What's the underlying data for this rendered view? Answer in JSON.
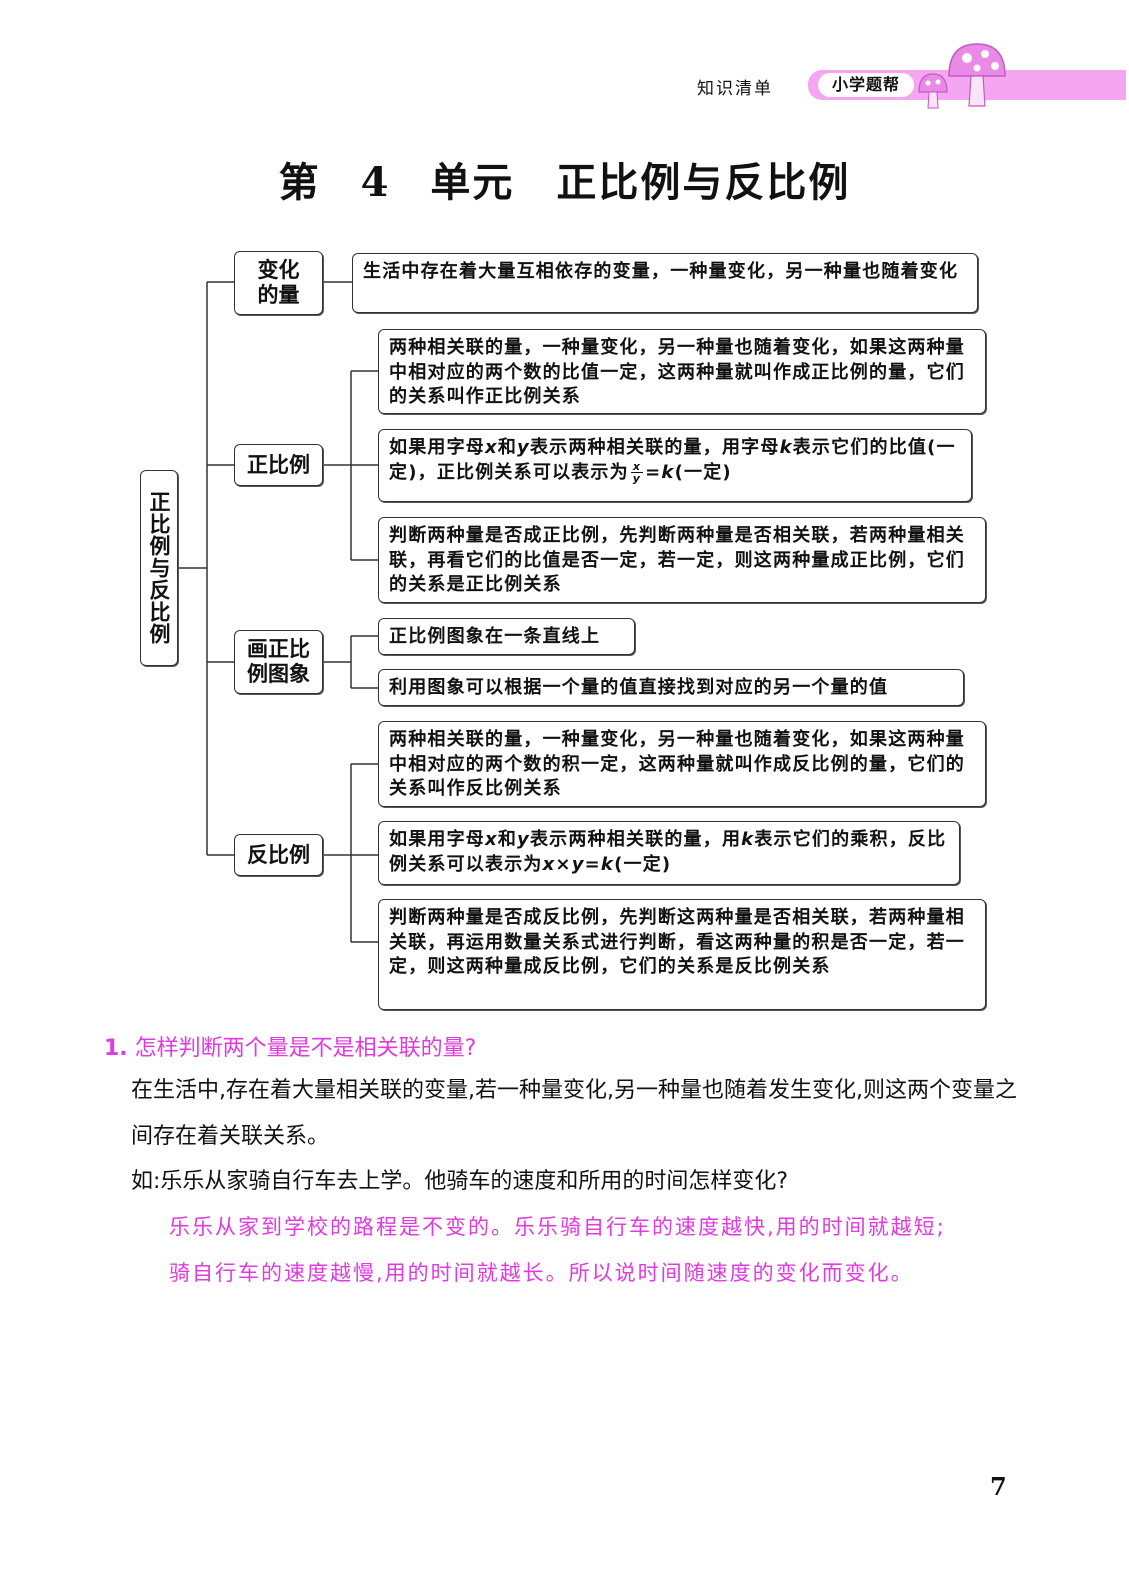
{
  "header": {
    "section_label": "知识清单",
    "brand_label": "小学题帮",
    "colors": {
      "band": "#f4a6f1",
      "mushroom": "#e98be6"
    }
  },
  "title": "第 4 单元　正比例与反比例",
  "mindmap": {
    "root": "正比例与反比例",
    "categories": [
      {
        "label_line1": "变化",
        "label_line2": "的量",
        "items": [
          "生活中存在着大量互相依存的变量，一种量变化，另一种量也随着变化"
        ]
      },
      {
        "label": "正比例",
        "items": [
          "两种相关联的量，一种量变化，另一种量也随着变化，如果这两种量中相对应的两个数的比值一定，这两种量就叫作成正比例的量，它们的关系叫作正比例关系",
          {
            "prefix": "如果用字母",
            "x": "x",
            "and": "和",
            "y": "y",
            "mid": "表示两种相关联的量，用字母",
            "k": "k",
            "end": "表示它们的比值(一定)，正比例关系可以表示为",
            "frac_num": "x",
            "frac_den": "y",
            "eq": "=",
            "k2": "k",
            "tail": "(一定)"
          },
          "判断两种量是否成正比例，先判断两种量是否相关联，若两种量相关联，再看它们的比值是否一定，若一定，则这两种量成正比例，它们的关系是正比例关系"
        ]
      },
      {
        "label_line1": "画正比",
        "label_line2": "例图象",
        "items": [
          "正比例图象在一条直线上",
          "利用图象可以根据一个量的值直接找到对应的另一个量的值"
        ]
      },
      {
        "label": "反比例",
        "items": [
          "两种相关联的量，一种量变化，另一种量也随着变化，如果这两种量中相对应的两个数的积一定，这两种量就叫作成反比例的量，它们的关系叫作反比例关系",
          {
            "prefix": "如果用字母",
            "x": "x",
            "and": "和",
            "y": "y",
            "mid": "表示两种相关联的量，用",
            "k": "k",
            "end": "表示它们的乘积，反比例关系可以表示为",
            "formula": "x×y=k",
            "tail": "(一定)"
          },
          "判断两种量是否成反比例，先判断这两种量是否相关联，若两种量相关联，再运用数量关系式进行判断，看这两种量的积是否一定，若一定，则这两种量成反比例，它们的关系是反比例关系"
        ]
      }
    ]
  },
  "qa": {
    "number": "1.",
    "question": "怎样判断两个量是不是相关联的量?",
    "explanation": "在生活中,存在着大量相关联的变量,若一种量变化,另一种量也随着发生变化,则这两个变量之间存在着关联关系。",
    "example": "如:乐乐从家骑自行车去上学。他骑车的速度和所用的时间怎样变化?",
    "answer_line1": "乐乐从家到学校的路程是不变的。乐乐骑自行车的速度越快,用的时间就越短;",
    "answer_line2": "骑自行车的速度越慢,用的时间就越长。所以说时间随速度的变化而变化。"
  },
  "page_number": "7"
}
